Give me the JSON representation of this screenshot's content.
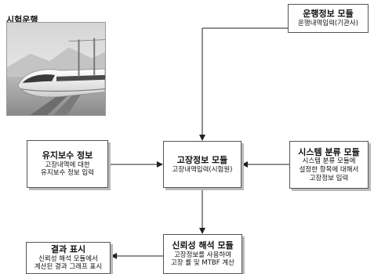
{
  "photo": {
    "title": "시험운행"
  },
  "boxes": {
    "operation": {
      "title": "운행정보 모듈",
      "subtitle": "운행내역입력(기관사)"
    },
    "maintenance": {
      "title": "유지보수 정보",
      "lines": [
        "고장내역에 대한",
        "유지보수 정보 입력"
      ]
    },
    "failure": {
      "title": "고장정보 모듈",
      "subtitle": "고장내역입력(시험원)"
    },
    "system": {
      "title": "시스템 분류 모듈",
      "lines": [
        "시스템 분류 모듈에",
        "설정한 항목에 대해서",
        "고장정보 입력"
      ]
    },
    "result": {
      "title": "결과 표시",
      "lines": [
        "신뢰성 해석 모듈에서",
        "계산된 결과 그래프 표시"
      ]
    },
    "reliability": {
      "title": "신뢰성 해석 모듈",
      "lines": [
        "고장정보를 사용하여",
        "고장 률 및 MTBF 계산"
      ]
    }
  }
}
